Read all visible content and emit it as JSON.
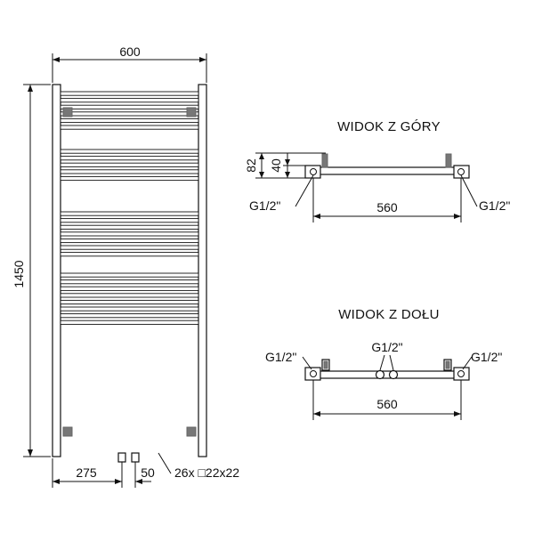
{
  "front_view": {
    "width_label": "600",
    "height_label": "1450",
    "offset_label": "275",
    "spacing_label": "50",
    "bars_label": "26x □22x22"
  },
  "top_view": {
    "title": "WIDOK Z GÓRY",
    "depth_outer_label": "82",
    "depth_inner_label": "40",
    "left_thread_label": "G1/2\"",
    "right_thread_label": "G1/2\"",
    "spacing_label": "560"
  },
  "bottom_view": {
    "title": "WIDOK Z DOŁU",
    "left_thread_label": "G1/2\"",
    "center_thread_label": "G1/2\"",
    "right_thread_label": "G1/2\"",
    "spacing_label": "560"
  },
  "colors": {
    "line": "#111111",
    "fill": "#ffffff",
    "cap": "#777777"
  }
}
